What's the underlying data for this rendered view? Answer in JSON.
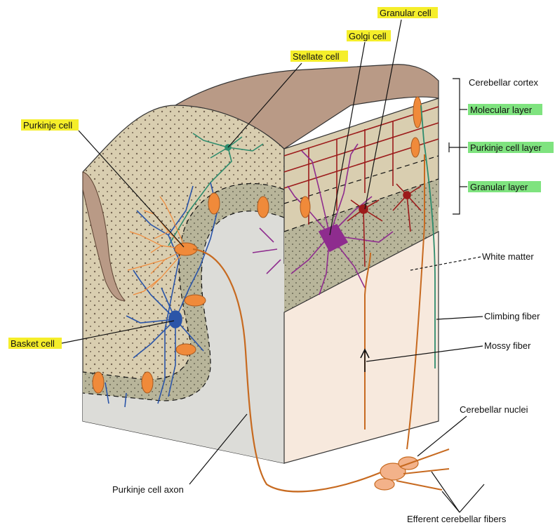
{
  "labels": {
    "granular_cell": "Granular cell",
    "golgi_cell": "Golgi cell",
    "stellate_cell": "Stellate cell",
    "purkinje_cell": "Purkinje cell",
    "cerebellar_cortex": "Cerebellar cortex",
    "molecular_layer": "Molecular layer",
    "purkinje_cell_layer": "Purkinje cell layer",
    "granular_layer": "Granular layer",
    "white_matter": "White matter",
    "climbing_fiber": "Climbing fiber",
    "mossy_fiber": "Mossy fiber",
    "basket_cell": "Basket cell",
    "cerebellar_nuclei": "Cerebellar nuclei",
    "purkinje_cell_axon": "Purkinje cell axon",
    "efferent_fibers": "Efferent cerebellar fibers"
  },
  "colors": {
    "highlight_yellow": "#f5ee2a",
    "highlight_green": "#7fe37f",
    "molecular_layer": "#d9ceb0",
    "molecular_layer_side": "#c9bc98",
    "granular_layer": "#b8b59a",
    "white_matter": "#f7e9dd",
    "white_matter_side": "#d9d9d6",
    "surface_brown": "#b99a86",
    "purkinje_orange": "#f08a3a",
    "basket_blue": "#2b55a8",
    "stellate_green": "#2e8c6d",
    "golgi_purple": "#8e2c8e",
    "granular_red": "#9c1b1b"
  }
}
